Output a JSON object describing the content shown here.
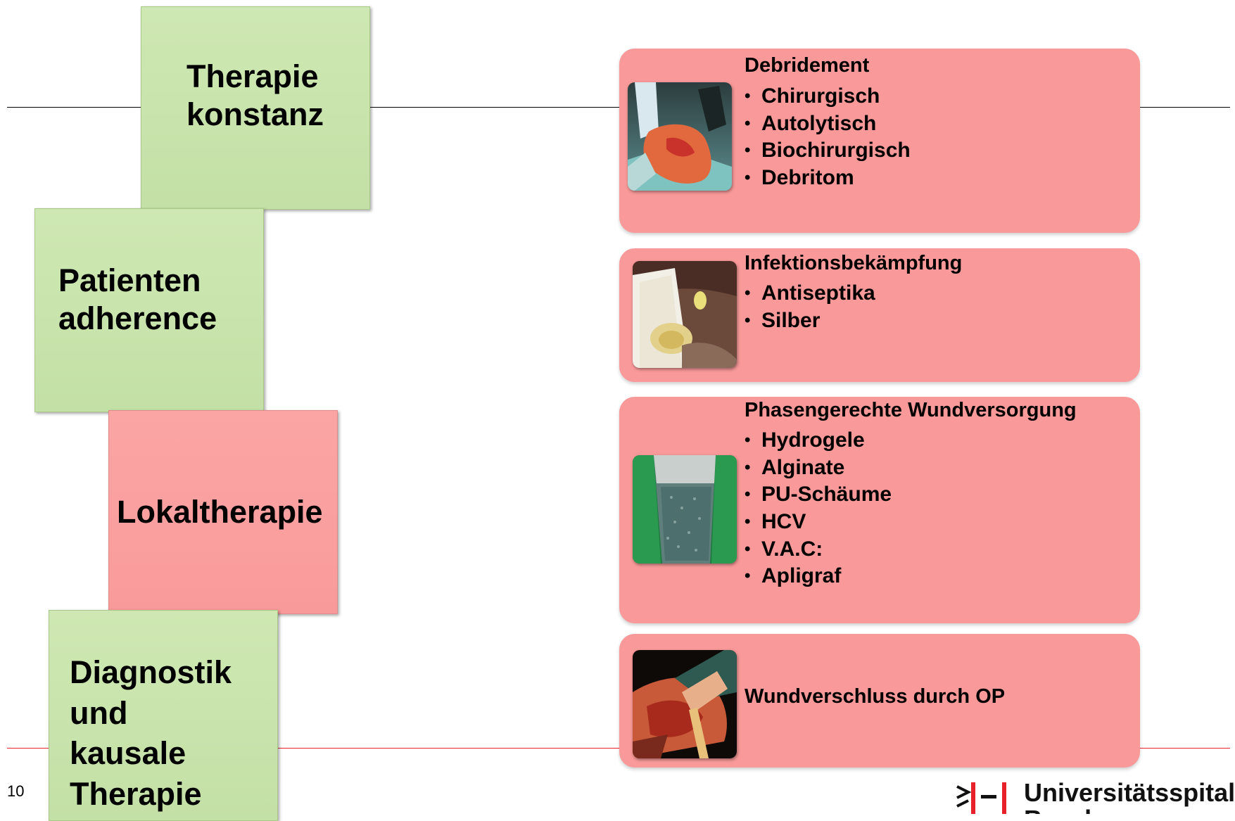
{
  "left_blocks": {
    "therapie_konstanz": {
      "line1": "Therapie",
      "line2": "konstanz"
    },
    "patienten_adherence": {
      "line1": "Patienten",
      "line2": "adherence"
    },
    "lokaltherapie": {
      "line1": "Lokaltherapie"
    },
    "diagnostik": {
      "line1": "Diagnostik",
      "line2": "und",
      "line3": "kausale",
      "line4": "Therapie"
    }
  },
  "panels": [
    {
      "title": "Debridement",
      "items": [
        "Chirurgisch",
        "Autolytisch",
        "Biochirurgisch",
        "Debritom"
      ]
    },
    {
      "title": "Infektionsbekämpfung",
      "items": [
        "Antiseptika",
        "Silber"
      ]
    },
    {
      "title": "Phasengerechte Wundversorgung",
      "items": [
        "Hydrogele",
        "Alginate",
        "PU-Schäume",
        "HCV",
        "V.A.C:",
        "Apligraf"
      ]
    },
    {
      "title": "Wundverschluss durch OP",
      "items": []
    }
  ],
  "bullet_char": "•",
  "footer": {
    "page_number": "10",
    "logo_line1": "Universitätsspital",
    "logo_line2": "Basel"
  },
  "colors": {
    "green_block": "#c3e0a6",
    "red_block": "#f99a9a",
    "panel": "#f99999",
    "footer_line": "#e8202a"
  }
}
